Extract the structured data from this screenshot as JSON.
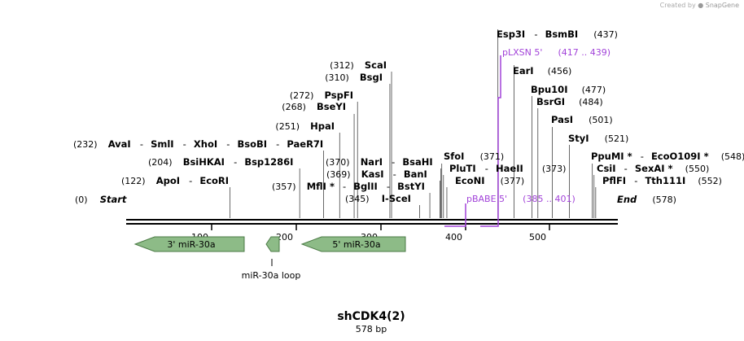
{
  "watermark": {
    "prefix": "Created by",
    "brand": "SnapGene"
  },
  "map": {
    "name": "shCDK4(2)",
    "length_label": "578 bp",
    "length": 578
  },
  "ruler": {
    "ticks": [
      100,
      200,
      300,
      400,
      500
    ]
  },
  "ends": [
    {
      "pos_label": "(0)",
      "name": "Start"
    },
    {
      "pos_label": "(578)",
      "name": "End"
    }
  ],
  "sites": [
    {
      "pos": 437,
      "left": [],
      "names": [
        "Esp3I",
        "BsmBI"
      ],
      "right": "(437)"
    },
    {
      "pos": 312,
      "left": "(312)",
      "names": [
        "ScaI"
      ],
      "right": ""
    },
    {
      "pos": 310,
      "left": "(310)",
      "names": [
        "BsgI"
      ],
      "right": ""
    },
    {
      "pos": 456,
      "left": "",
      "names": [
        "EarI"
      ],
      "right": "(456)"
    },
    {
      "pos": 477,
      "left": "",
      "names": [
        "Bpu10I"
      ],
      "right": "(477)"
    },
    {
      "pos": 272,
      "left": "(272)",
      "names": [
        "PspFI"
      ],
      "right": ""
    },
    {
      "pos": 484,
      "left": "",
      "names": [
        "BsrGI"
      ],
      "right": "(484)"
    },
    {
      "pos": 268,
      "left": "(268)",
      "names": [
        "BseYI"
      ],
      "right": ""
    },
    {
      "pos": 501,
      "left": "",
      "names": [
        "PasI"
      ],
      "right": "(501)"
    },
    {
      "pos": 251,
      "left": "(251)",
      "names": [
        "HpaI"
      ],
      "right": ""
    },
    {
      "pos": 521,
      "left": "",
      "names": [
        "StyI"
      ],
      "right": "(521)"
    },
    {
      "pos": 232,
      "left": "(232)",
      "names": [
        "AvaI",
        "SmlI",
        "XhoI",
        "BsoBI",
        "PaeR7I"
      ],
      "right": ""
    },
    {
      "pos": 371,
      "left": "",
      "names": [
        "SfoI"
      ],
      "right": "(371)"
    },
    {
      "pos": 548,
      "left": "",
      "names": [
        "PpuMI *",
        "EcoO109I *"
      ],
      "right": "(548)"
    },
    {
      "pos": 204,
      "left": "(204)",
      "names": [
        "BsiHKAI",
        "Bsp1286I"
      ],
      "right": ""
    },
    {
      "pos": 370,
      "left": "(370)",
      "names": [
        "NarI",
        "BsaHI"
      ],
      "right": ""
    },
    {
      "pos": 373,
      "left": "",
      "names": [
        "PluTI",
        "HaeII"
      ],
      "right": "(373)"
    },
    {
      "pos": 550,
      "left": "",
      "names": [
        "CsiI",
        "SexAI *"
      ],
      "right": "(550)"
    },
    {
      "pos": 122,
      "left": "(122)",
      "names": [
        "ApoI",
        "EcoRI"
      ],
      "right": ""
    },
    {
      "pos": 369,
      "left": "(369)",
      "names": [
        "KasI",
        "BanI"
      ],
      "right": ""
    },
    {
      "pos": 377,
      "left": "",
      "names": [
        "EcoNI"
      ],
      "right": "(377)"
    },
    {
      "pos": 552,
      "left": "",
      "names": [
        "PflFI",
        "Tth111I"
      ],
      "right": "(552)"
    },
    {
      "pos": 357,
      "left": "(357)",
      "names": [
        "MflI *",
        "BglII",
        "BstYI"
      ],
      "right": ""
    },
    {
      "pos": 345,
      "left": "(345)",
      "names": [
        "I-SceI"
      ],
      "right": ""
    }
  ],
  "primers": [
    {
      "name": "pLXSN 5'",
      "range": "(417 .. 439)"
    },
    {
      "name": "pBABE 5'",
      "range": "(385 .. 401)"
    }
  ],
  "features": [
    {
      "name": "3' miR-30a",
      "start": 8,
      "end": 136,
      "direction": "reverse",
      "label_pos": "inside"
    },
    {
      "name": "miR-30a loop",
      "start": 166,
      "end": 181,
      "direction": "reverse",
      "label_pos": "below"
    },
    {
      "name": "5' miR-30a",
      "start": 208,
      "end": 331,
      "direction": "reverse",
      "label_pos": "inside"
    }
  ],
  "colors": {
    "feature_fill": "#8dbb87",
    "feature_stroke": "#4a7a44",
    "primer": "#a243d9",
    "backbone": "#000000",
    "site_line": "#444444"
  }
}
